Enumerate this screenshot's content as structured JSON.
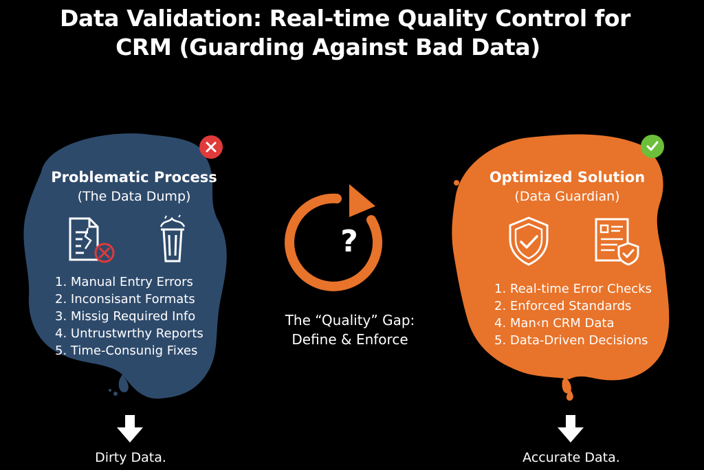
{
  "title": {
    "line1": "Data Validation: Real-time Quality Control for",
    "line2": "CRM (Guarding Against Bad Data)"
  },
  "left_panel": {
    "title": "Problematic Process",
    "subtitle": "(The Data Dump)",
    "color": "#2e4a6b",
    "badge_color": "#e03a3a",
    "items": [
      "1. Manual Entry Errors",
      "2. Inconsisant Formats",
      "3. Missig Required Info",
      "4. Untrustwrthy Reports",
      "5. Time-Consunig Fixes"
    ],
    "outcome": "Dirty Data."
  },
  "center": {
    "symbol": "?",
    "label_line1": "The “Quality” Gap:",
    "label_line2": "Define & Enforce",
    "color": "#e8732a"
  },
  "right_panel": {
    "title": "Optimized Solution",
    "subtitle": "(Data Guardian)",
    "color": "#e8732a",
    "badge_color": "#6cbf3a",
    "items": [
      "1. Real-time Error Checks",
      "2. Enforced Standards",
      "4. Man‹n CRM Data",
      "5. Data-Driven Decisions"
    ],
    "outcome": "Accurate Data."
  }
}
